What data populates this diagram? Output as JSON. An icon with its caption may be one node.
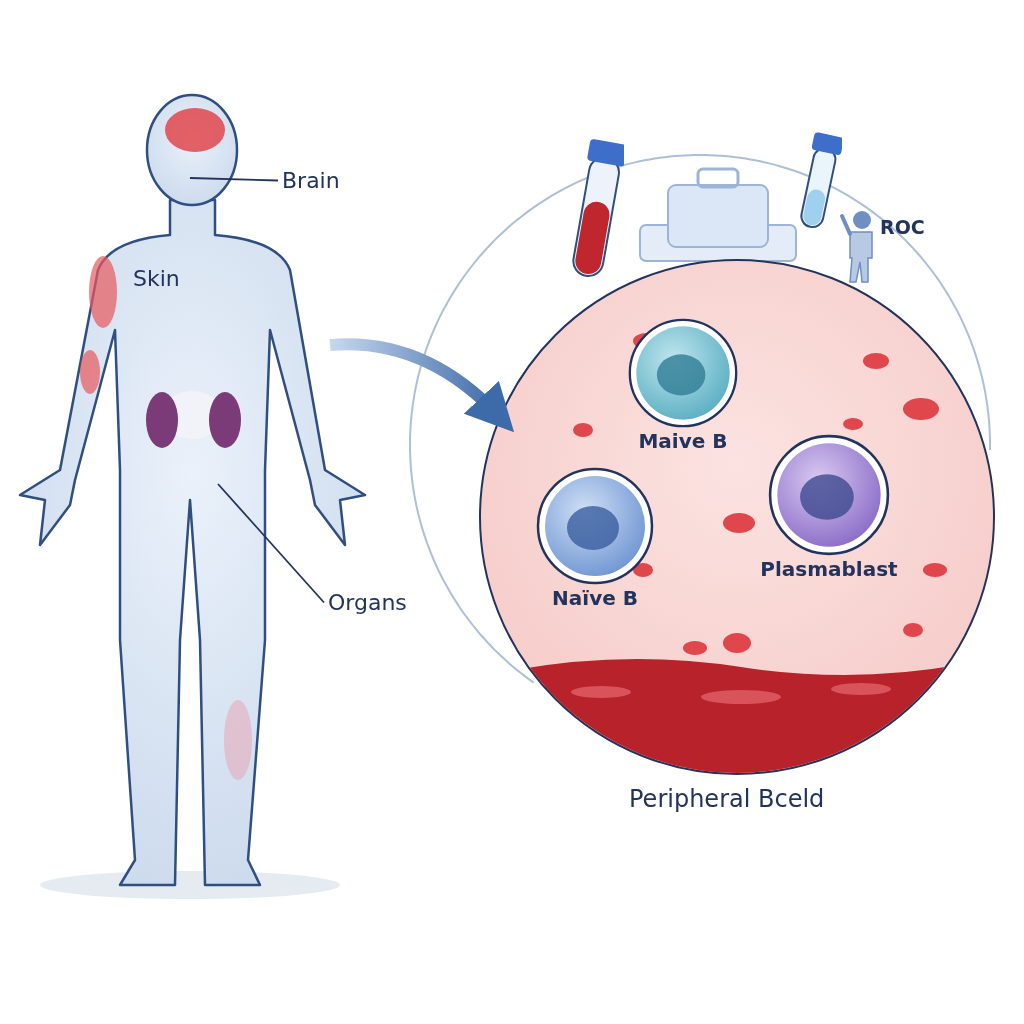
{
  "diagram": {
    "nodes": [
      {
        "text": [],
        "shape": "person"
      },
      {
        "text": [
          "Brain"
        ]
      },
      {
        "text": [
          "Organs"
        ]
      },
      {
        "text": [],
        "shape": "circle",
        "beside": [
          "Peripheral Bceld"
        ]
      },
      {
        "text": [
          "Maive B"
        ],
        "in": 3
      },
      {
        "text": [
          "Plasmablast"
        ],
        "in": 3
      },
      {
        "text": [
          "Naïve B"
        ],
        "in": 3
      }
    ],
    "edges": [
      {
        "from": 1,
        "to": 0,
        "arrow": "none"
      },
      {
        "from": 2,
        "to": 0,
        "arrow": "none"
      },
      {
        "from": 0,
        "to": 3,
        "arrow": "to",
        "style": "thick"
      }
    ],
    "labels": [
      "Skin",
      "ROC"
    ]
  }
}
